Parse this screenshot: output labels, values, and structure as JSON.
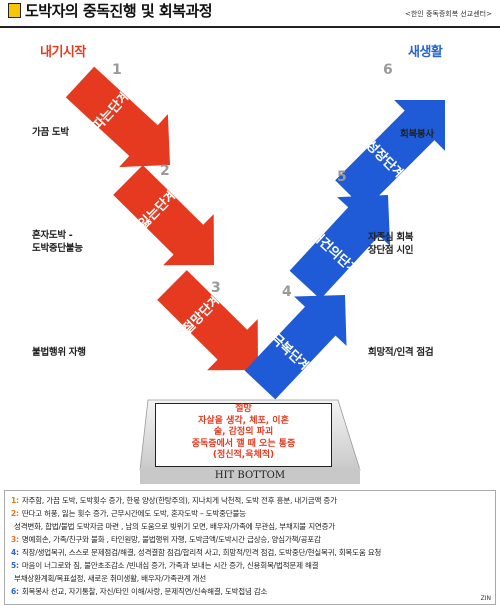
{
  "header": {
    "title": "도박자의 중독진행 및 회복과정",
    "source": "<한인 중독증회복 선교센터>"
  },
  "headings": {
    "start": "내기시작",
    "new_life": "새생활"
  },
  "colors": {
    "descent_arrow": "#e53a1f",
    "ascent_arrow": "#1f5bd6",
    "accent_red": "#e53a1f",
    "accent_blue": "#2866c8",
    "legend_number": "#e5731f"
  },
  "stages": [
    {
      "num": "1",
      "name": "따는단계",
      "side_label": "가끔 도박"
    },
    {
      "num": "2",
      "name": "잃는단계",
      "side_label": "혼자도박 -\n도박중단불능"
    },
    {
      "num": "3",
      "name": "절망단계",
      "side_label": "불법행위 자행"
    },
    {
      "num": "4",
      "name": "극복단계",
      "side_label": "희망적/인격 점검"
    },
    {
      "num": "5",
      "name": "재건의단계",
      "side_label": "자존심 회복\n장단점 시인"
    },
    {
      "num": "6",
      "name": "성장단계",
      "side_label": "회복봉사"
    }
  ],
  "bottom": {
    "lines": [
      "절망",
      "자살을 생각, 체포, 이혼",
      "술, 감정의 파괴",
      "중독증에서 깰 때 오는  통증",
      "(정신적,육체적)"
    ],
    "hit_label": "HIT BOTTOM"
  },
  "legend": [
    {
      "num": "1:",
      "text": "자주함,  가끔 도박, 도박횟수 증가, 한몫 양상(한탕주의), 지나치게 낙천적, 도박 전후 흥분, 내기금액 증가"
    },
    {
      "num": "2:",
      "text": "딴다고 허풍, 잃는 횟수 증가, 근무시간에도 도박, 혼자도박 – 도박중단불능"
    },
    {
      "num": "",
      "text": "성격변화, 합법/불법 도박자금 마련 , 남의 도움으로 빚위기 모면, 배우자/가족에 무관심, 부채지불 지연증가"
    },
    {
      "num": "3:",
      "text": "명예회손, 가족/친구와 불화 , 타인원망, 불법행위 자행, 도박금액/도박시간 급상승, 양심가책/공포감"
    },
    {
      "num": "4:",
      "text": "직장/생업복귀, 스스로 문제점검/해결, 성격결함 점검/합리적 사고, 희망적/인격 점검, 도박중단/현실복귀, 회복도움 요청"
    },
    {
      "num": "5:",
      "text": "마음이 너그로와 짐, 불안초조감소 /빈내심 증가, 가족과 보내는 시간 증가, 신용회복/법적문제 해결"
    },
    {
      "num": "",
      "text": "부채상환계획/목표설정, 새로운 취미생활, 배우자/가족관계 개선"
    },
    {
      "num": "6:",
      "text": "회복봉사 선교, 자기통찰, 자신/타인 이해/사랑, 문제직면/신속해결, 도박접념 감소"
    }
  ],
  "corner_mark": "ZIN"
}
